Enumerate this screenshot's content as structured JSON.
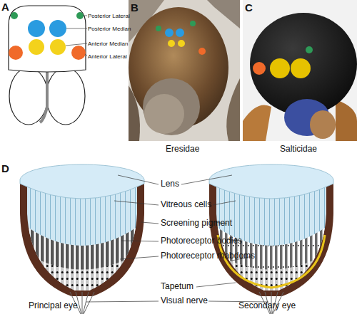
{
  "diagram": {
    "labels": [
      "A",
      "Posterior Lateral",
      "Posterior Median",
      "Anterior Median",
      "Anterior Lateral",
      "B",
      "C",
      "Eresidae",
      "Salticidae",
      "D",
      "Lens",
      "Vitreous cells",
      "Screening pigment",
      "Photoreceptor bodies",
      "Photoreceptor rhabdoms",
      "Tapetum",
      "Visual nerve",
      "Principal eye",
      "Secondary eye"
    ]
  }
}
